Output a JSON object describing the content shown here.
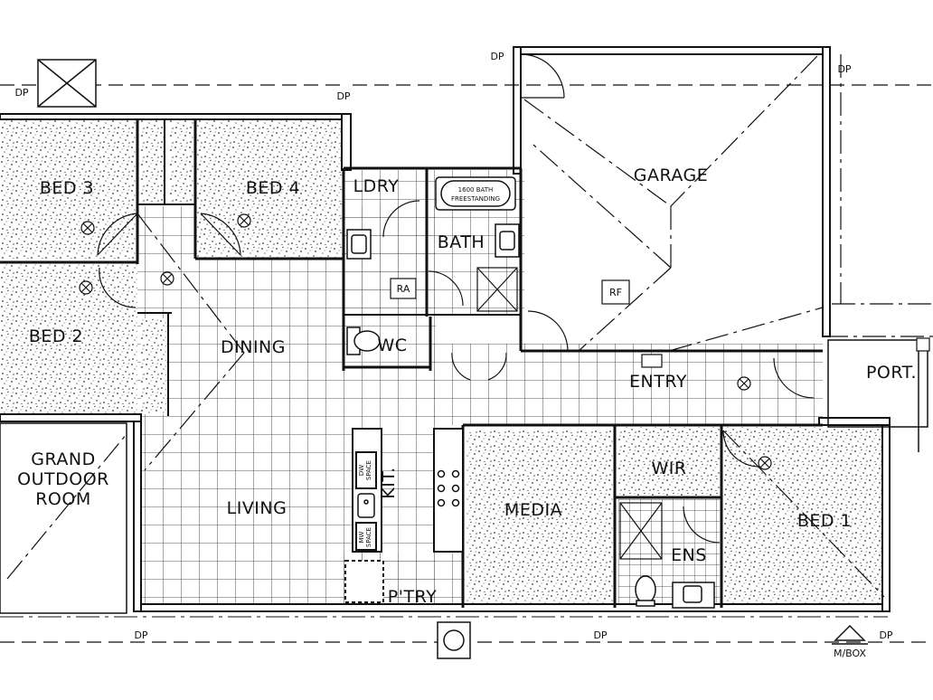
{
  "rooms": {
    "bed3": "BED 3",
    "bed4": "BED 4",
    "bed2": "BED 2",
    "bed1": "BED 1",
    "ldry": "LDRY",
    "bath": "BATH",
    "garage": "GARAGE",
    "dining": "DINING",
    "wc": "WC",
    "entry": "ENTRY",
    "port": "PORT.",
    "grand_outdoor": [
      "GRAND",
      "OUTDOOR",
      "ROOM"
    ],
    "living": "LIVING",
    "kit": "KIT.",
    "media": "MEDIA",
    "wir": "WIR",
    "ens": "ENS",
    "ptry": "P'TRY"
  },
  "fixtures": {
    "ra": "RA",
    "rf": "RF",
    "bath_tub": [
      "1600 BATH",
      "FREESTANDING"
    ],
    "dw_space": [
      "DW",
      "SPACE"
    ],
    "mw_space": [
      "MW",
      "SPACE"
    ]
  },
  "annotations": {
    "dp": "DP",
    "mbox": "M/BOX"
  }
}
